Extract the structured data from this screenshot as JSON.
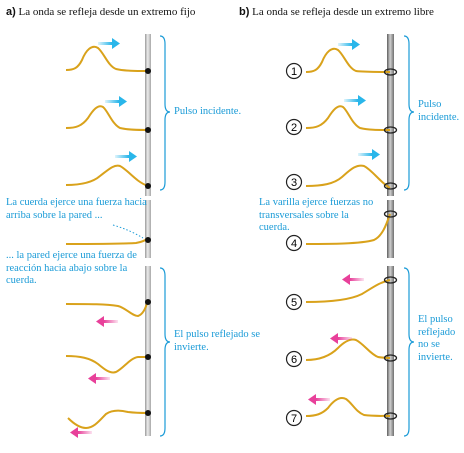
{
  "panel_a": {
    "letter": "a)",
    "title": "La onda se refleja desde un extremo fijo",
    "label_incident": "Pulso incidente.",
    "label_force_on_wall": "La cuerda ejerce una fuerza hacia arriba sobre la pared ...",
    "label_reaction": "... la pared ejerce una fuerza de reacción hacia abajo sobre la cuerda.",
    "label_reflected": "El pulso reflejado se invierte."
  },
  "panel_b": {
    "letter": "b)",
    "title": "La onda se refleja desde un extremo libre",
    "label_incident": "Pulso incidente.",
    "label_rod_force": "La varilla ejerce fuerzas no transversales sobre la cuerda.",
    "label_reflected": "El pulso reflejado no se invierte.",
    "step_numbers": [
      "1",
      "2",
      "3",
      "4",
      "5",
      "6",
      "7"
    ]
  },
  "colors": {
    "string": "#d9a21b",
    "incident_arrow": "#29b6ea",
    "reflected_arrow": "#e8409a",
    "annotation_text": "#1a9bd7",
    "wall": "#b5b5b5",
    "rod": "#8c8c8c"
  }
}
